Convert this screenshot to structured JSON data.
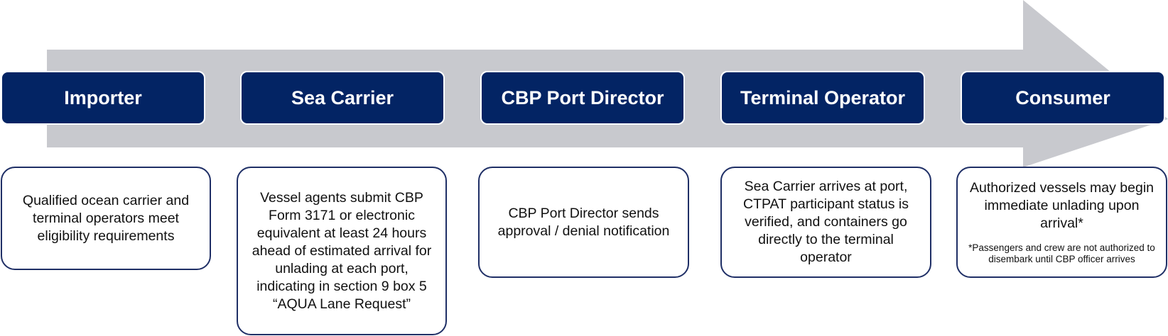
{
  "colors": {
    "arrow": "#c8c9ce",
    "header_fill": "#032464",
    "header_text": "#ffffff",
    "box_border": "#1f2f66"
  },
  "steps": [
    {
      "title": "Importer",
      "description": "Qualified ocean carrier and terminal operators meet eligibility requirements"
    },
    {
      "title": "Sea Carrier",
      "description": "Vessel agents submit CBP Form 3171 or electronic equivalent at least 24 hours ahead of estimated arrival for unlading at each port, indicating in section 9 box 5 “AQUA Lane Request”"
    },
    {
      "title": "CBP Port Director",
      "description": "CBP Port Director sends approval / denial notification"
    },
    {
      "title": "Terminal Operator",
      "description": "Sea Carrier arrives at port, CTPAT participant status is verified, and containers go directly to the terminal operator"
    },
    {
      "title": "Consumer",
      "description": "Authorized vessels may begin immediate unlading upon arrival*",
      "note": "*Passengers and crew are not authorized to disembark until CBP officer arrives"
    }
  ]
}
